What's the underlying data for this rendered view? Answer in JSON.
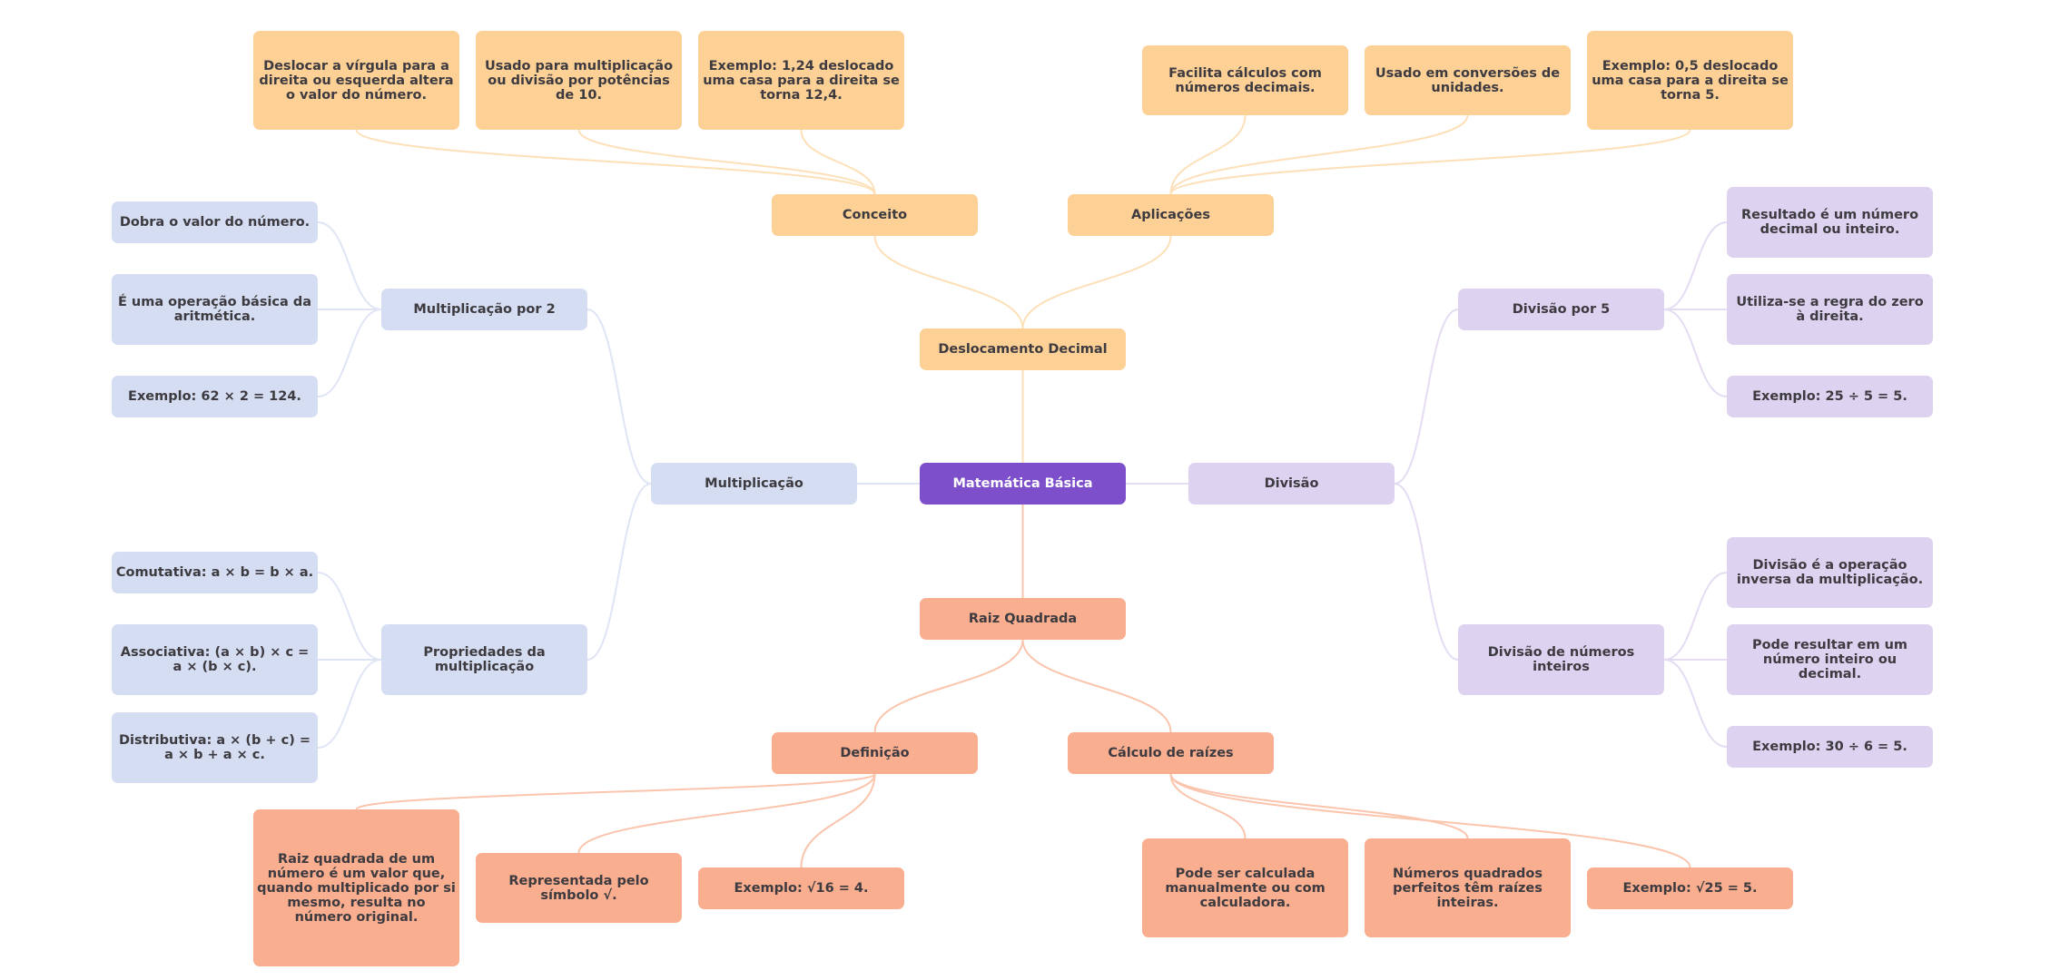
{
  "mindmap": {
    "root": {
      "label": "Matemática Básica",
      "color": "#7e4fcb"
    },
    "colors": {
      "deslocamento": "#fdd096",
      "multiplicacao": "#d5ddf2",
      "divisao": "#ddd3f0",
      "raiz": "#f9ae8f",
      "edge_deslocamento": "#fde0b8",
      "edge_multiplicacao": "#dfe5f5",
      "edge_divisao": "#e5dcf4",
      "edge_raiz": "#fbc4ac"
    },
    "branches": {
      "deslocamento": {
        "label": "Deslocamento Decimal",
        "conceito": {
          "label": "Conceito",
          "children": [
            "Deslocar a vírgula para a direita ou esquerda altera o valor do número.",
            "Usado para multiplicação ou divisão por potências de 10.",
            "Exemplo: 1,24 deslocado uma casa para a direita se torna 12,4."
          ]
        },
        "aplicacoes": {
          "label": "Aplicações",
          "children": [
            "Facilita cálculos com números decimais.",
            "Usado em conversões de unidades.",
            "Exemplo: 0,5 deslocado uma casa para a direita se torna 5."
          ]
        }
      },
      "multiplicacao": {
        "label": "Multiplicação",
        "por2": {
          "label": "Multiplicação por 2",
          "children": [
            "Dobra o valor do número.",
            "É uma operação básica da aritmética.",
            "Exemplo: 62 × 2 = 124."
          ]
        },
        "propriedades": {
          "label": "Propriedades da multiplicação",
          "children": [
            "Comutativa: a × b = b × a.",
            "Associativa: (a × b) × c = a × (b × c).",
            "Distributiva: a × (b + c) = a × b + a × c."
          ]
        }
      },
      "divisao": {
        "label": "Divisão",
        "por5": {
          "label": "Divisão por 5",
          "children": [
            "Resultado é um número decimal ou inteiro.",
            "Utiliza-se a regra do zero à direita.",
            "Exemplo: 25 ÷ 5 = 5."
          ]
        },
        "inteiros": {
          "label": "Divisão de números inteiros",
          "children": [
            "Divisão é a operação inversa da multiplicação.",
            "Pode resultar em um número inteiro ou decimal.",
            "Exemplo: 30 ÷ 6 = 5."
          ]
        }
      },
      "raiz": {
        "label": "Raiz Quadrada",
        "definicao": {
          "label": "Definição",
          "children": [
            "Raiz quadrada de um número é um valor que, quando multiplicado por si mesmo, resulta no número original.",
            "Representada pelo símbolo √.",
            "Exemplo: √16 = 4."
          ]
        },
        "calculo": {
          "label": "Cálculo de raízes",
          "children": [
            "Pode ser calculada manualmente ou com calculadora.",
            "Números quadrados perfeitos têm raízes inteiras.",
            "Exemplo: √25 = 5."
          ]
        }
      }
    }
  }
}
